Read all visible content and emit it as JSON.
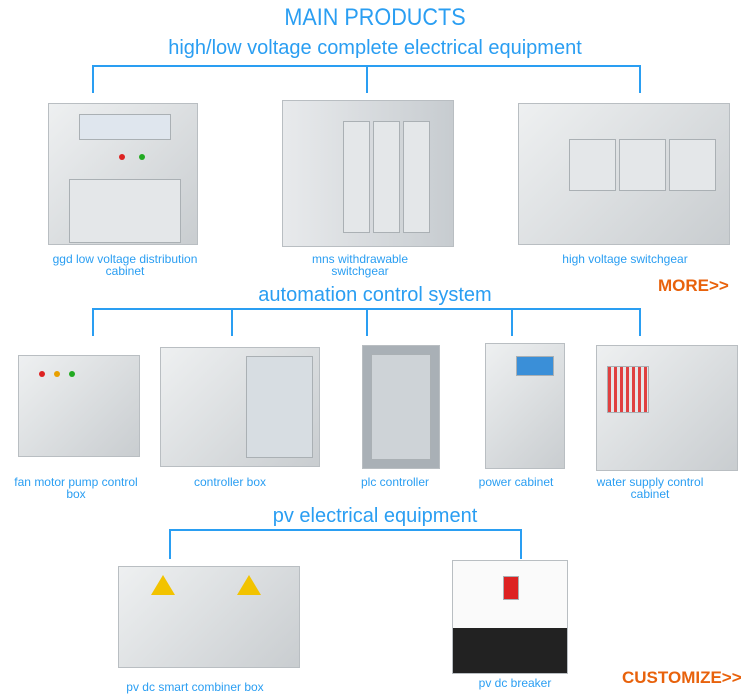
{
  "title": "MAIN PRODUCTS",
  "sections": [
    {
      "heading": "high/low voltage complete electrical equipment",
      "products": [
        "ggd low voltage distribution cabinet",
        "mns withdrawable switchgear",
        "high voltage switchgear"
      ],
      "link": "MORE>>"
    },
    {
      "heading": "automation control system",
      "products": [
        "fan motor pump control box",
        "controller box",
        "plc controller",
        "power cabinet",
        "water supply control cabinet"
      ]
    },
    {
      "heading": "pv electrical equipment",
      "products": [
        "pv dc smart combiner box",
        "pv dc breaker"
      ],
      "link": "CUSTOMIZE>>"
    }
  ],
  "colors": {
    "accent": "#2a9ef2",
    "link": "#e8620c"
  }
}
